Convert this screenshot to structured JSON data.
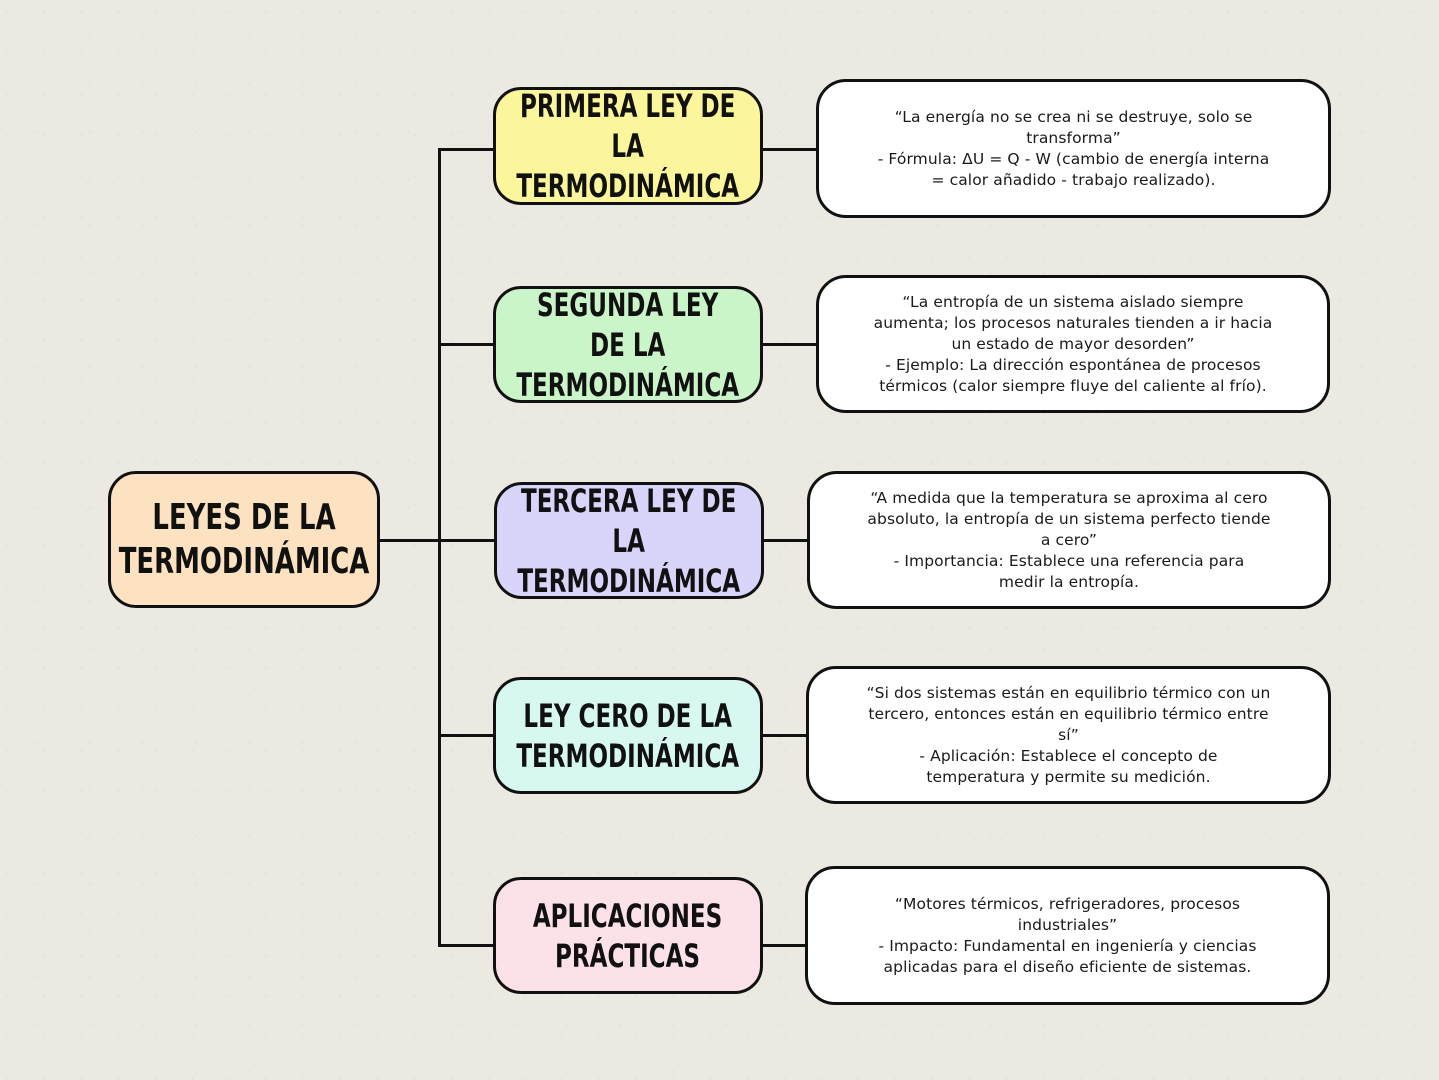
{
  "diagram": {
    "root": {
      "label": "LEYES DE LA\nTERMODINÁMICA",
      "color": "#fde2c1"
    },
    "branches": [
      {
        "label": "PRIMERA LEY DE LA\nTERMODINÁMICA",
        "color": "#fbf59b",
        "description": "“La energía no se crea ni se destruye, solo se\ntransforma”\n - Fórmula: ΔU = Q - W (cambio de energía interna\n= calor añadido - trabajo realizado)."
      },
      {
        "label": "SEGUNDA LEY DE LA\nTERMODINÁMICA",
        "color": "#c9f5c9",
        "description": "“La entropía de un sistema aislado siempre\naumenta; los procesos naturales tienden a ir hacia\nun estado de mayor desorden”\n  - Ejemplo: La dirección espontánea de procesos\ntérmicos (calor siempre fluye del caliente al frío)."
      },
      {
        "label": "TERCERA LEY DE LA\nTERMODINÁMICA",
        "color": "#d8d4fa",
        "description": "“A medida que la temperatura se aproxima al cero\nabsoluto, la entropía de un sistema perfecto tiende\na cero”\n  - Importancia: Establece una referencia para\nmedir la entropía."
      },
      {
        "label": "LEY CERO DE LA\nTERMODINÁMICA",
        "color": "#d6f8f1",
        "description": "“Si dos sistemas están en equilibrio térmico con un\ntercero, entonces están en equilibrio térmico entre\nsí”\n - Aplicación: Establece el concepto de\ntemperatura y permite su medición."
      },
      {
        "label": "APLICACIONES\nPRÁCTICAS",
        "color": "#fce1e8",
        "description": "“Motores térmicos, refrigeradores, procesos\nindustriales”\n - Impacto: Fundamental en ingeniería y ciencias\naplicadas para el diseño eficiente de sistemas."
      }
    ],
    "line_color": "#111111"
  }
}
